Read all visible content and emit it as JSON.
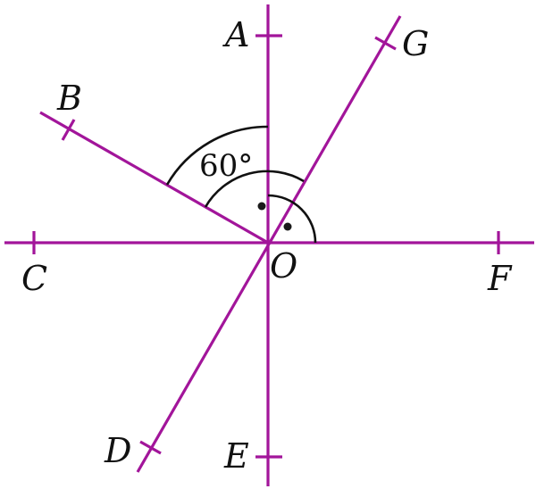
{
  "diagram": {
    "line_color": "#A2159A",
    "arc_color": "#111111",
    "labels": {
      "A": "A",
      "B": "B",
      "C": "C",
      "D": "D",
      "E": "E",
      "F": "F",
      "G": "G",
      "O": "O"
    },
    "angle_label": "60°"
  }
}
